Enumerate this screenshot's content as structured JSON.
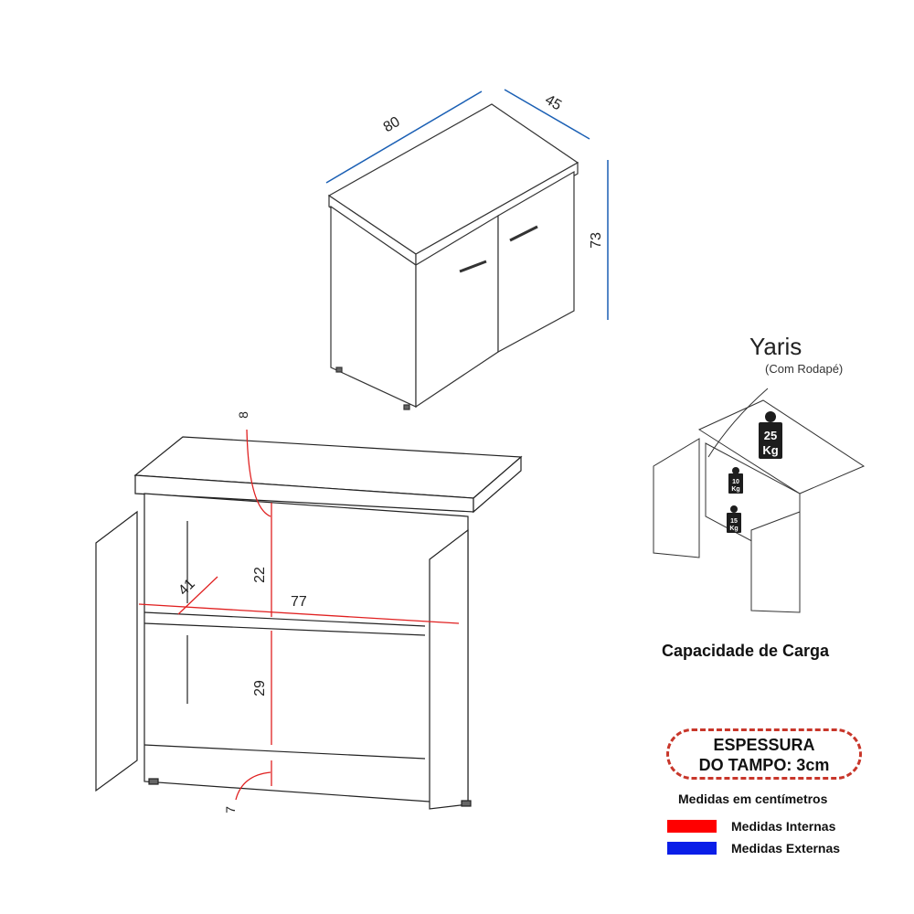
{
  "top_view": {
    "dimensions": {
      "width": "80",
      "depth": "45",
      "height": "73"
    },
    "dimension_color": "#1a5fb4"
  },
  "front_view": {
    "dimensions": {
      "top_gap": "8",
      "upper_height": "22",
      "lower_height": "29",
      "plinth": "7",
      "internal_width": "77",
      "internal_depth": "41"
    },
    "dimension_color": "#e02020"
  },
  "load_view": {
    "title": "Yaris",
    "subtitle": "(Com Rodapé)",
    "weights": [
      {
        "value": "25",
        "unit": "Kg"
      },
      {
        "value": "10",
        "unit": "Kg"
      },
      {
        "value": "15",
        "unit": "Kg"
      }
    ],
    "caption": "Capacidade de Carga"
  },
  "badge": {
    "line1": "ESPESSURA",
    "line2": "DO TAMPO: 3cm",
    "border_color": "#c8362a"
  },
  "units_note": "Medidas em centímetros",
  "legend": [
    {
      "label": "Medidas Internas",
      "color": "#ff0000"
    },
    {
      "label": "Medidas Externas",
      "color": "#0a1ee8"
    }
  ]
}
